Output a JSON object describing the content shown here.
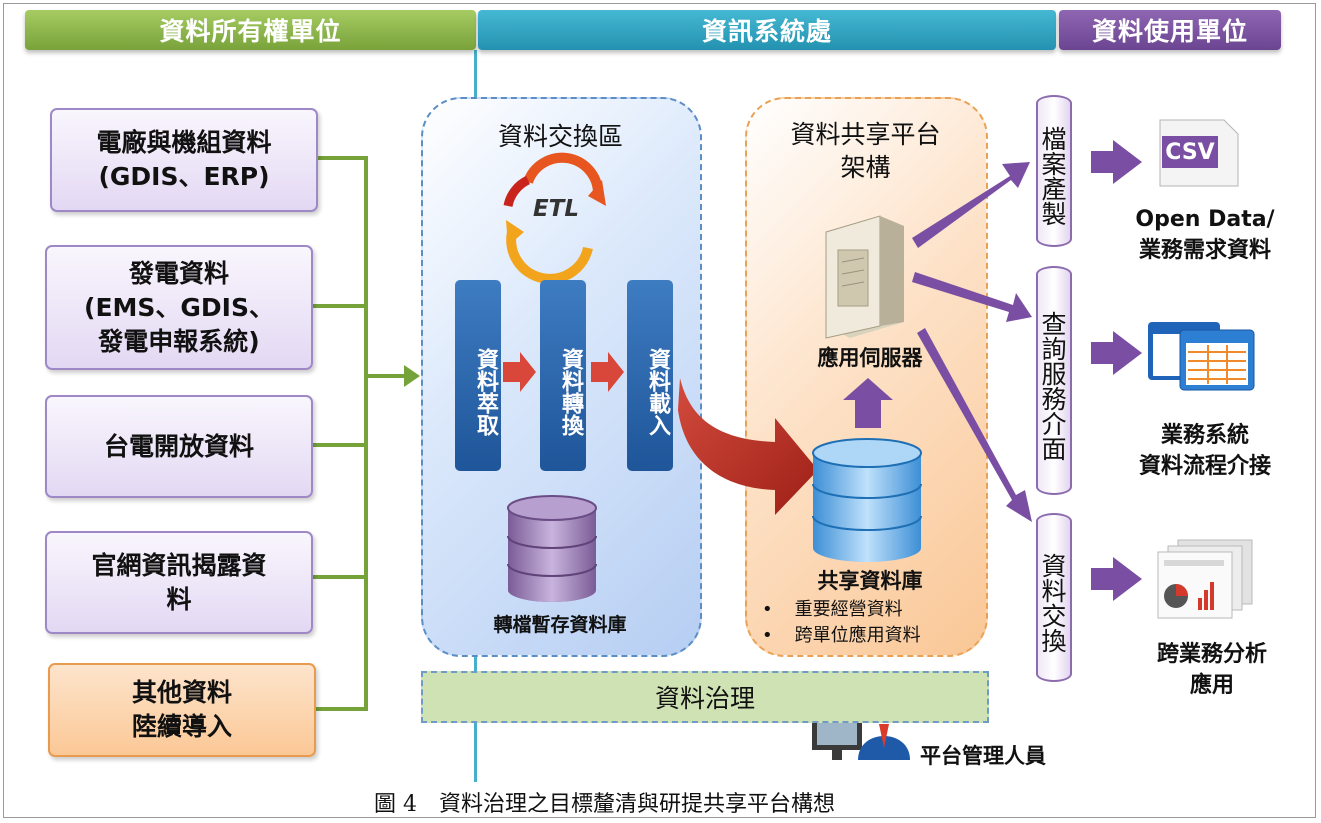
{
  "headers": {
    "owner": "資料所有權單位",
    "it": "資訊系統處",
    "user": "資料使用單位"
  },
  "sources": [
    {
      "line1": "電廠與機組資料",
      "line2": "(GDIS、ERP)",
      "line3": ""
    },
    {
      "line1": "發電資料",
      "line2": "(EMS、GDIS、",
      "line3": "發電申報系統)"
    },
    {
      "line1": "台電開放資料",
      "line2": "",
      "line3": ""
    },
    {
      "line1": "官網資訊揭露資",
      "line2": "料",
      "line3": ""
    },
    {
      "line1": "其他資料",
      "line2": "陸續導入",
      "line3": ""
    }
  ],
  "exchange": {
    "title": "資料交換區",
    "etl": "ETL",
    "steps": [
      "資料萃取",
      "資料轉換",
      "資料載入"
    ],
    "staging_db": "轉檔暫存資料庫"
  },
  "sharing": {
    "title_line1": "資料共享平台",
    "title_line2": "架構",
    "server": "應用伺服器",
    "db": "共享資料庫",
    "bullets": [
      "重要經營資料",
      "跨單位應用資料"
    ]
  },
  "channels": [
    "檔案產製",
    "查詢服務介面",
    "資料交換"
  ],
  "outputs": [
    {
      "icon": "csv-file-icon",
      "badge": "CSV",
      "line1": "Open Data/",
      "line2": "業務需求資料"
    },
    {
      "icon": "app-window-icon",
      "line1": "業務系統",
      "line2": "資料流程介接"
    },
    {
      "icon": "analytics-report-icon",
      "line1": "跨業務分析",
      "line2": "應用"
    }
  ],
  "governance": "資料治理",
  "admin": "平台管理人員",
  "caption": "圖 4　資料治理之目標釐清與研提共享平台構想",
  "colors": {
    "green": "#79a23a",
    "blue": "#2392b0",
    "purple": "#6c4592",
    "arrow_purple": "#7a4fa3",
    "arrow_red": "#c0392b"
  }
}
